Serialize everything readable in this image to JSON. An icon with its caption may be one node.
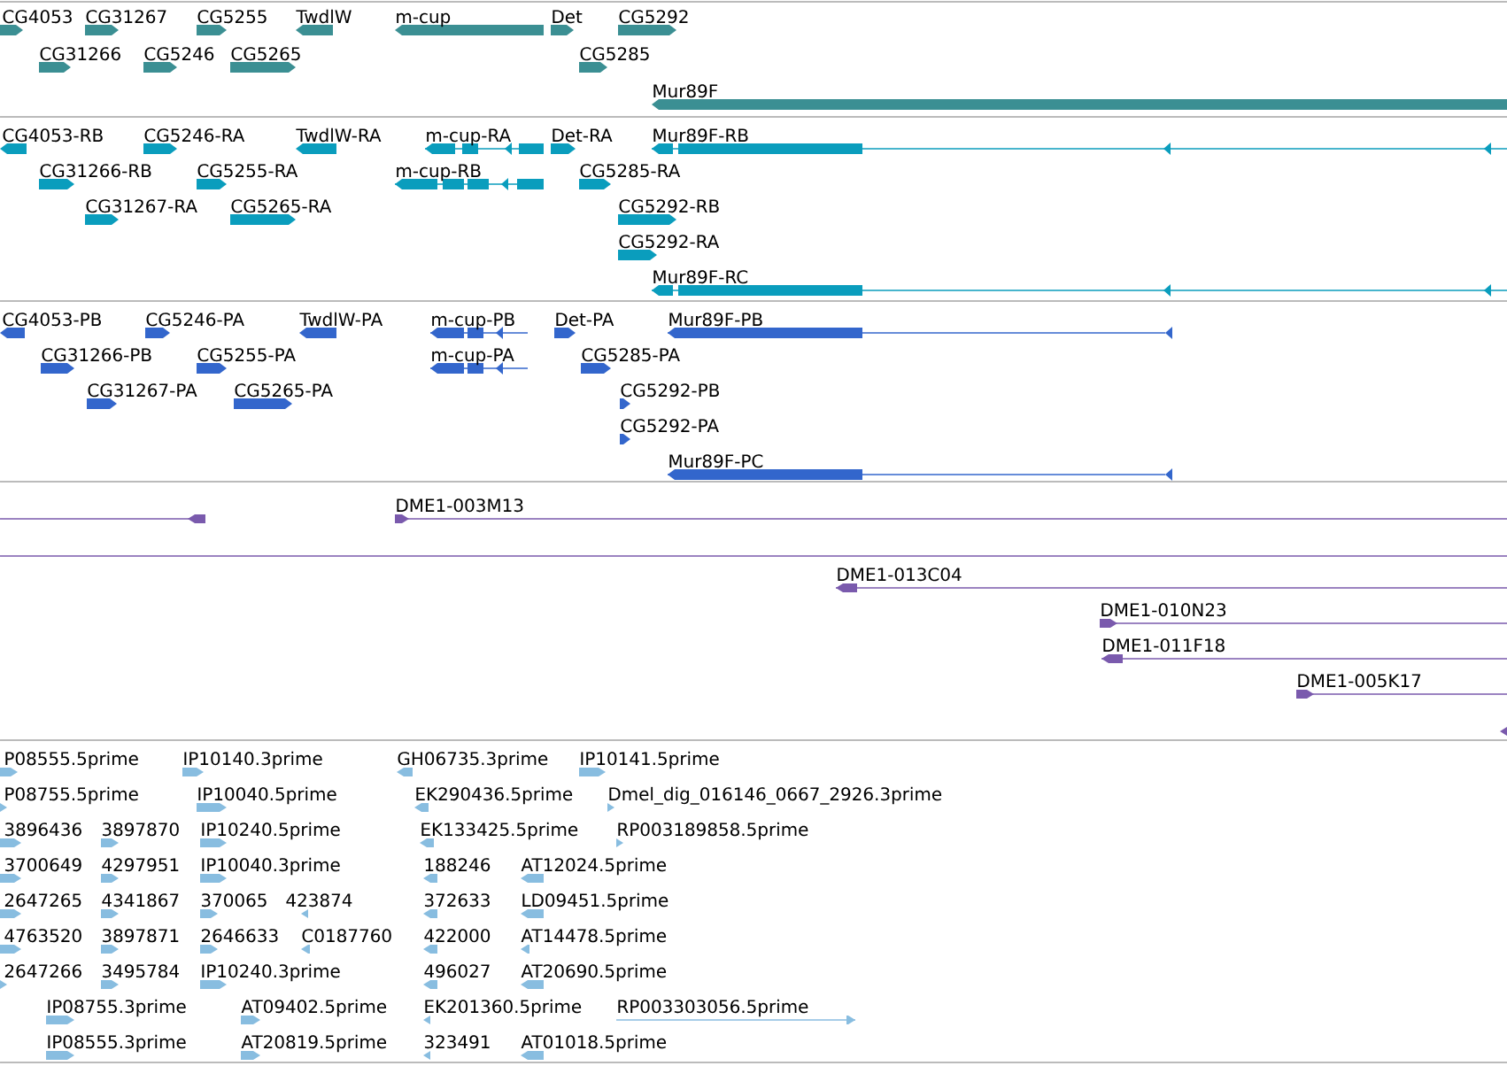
{
  "diagram": {
    "labels": [
      "CG4053",
      "CG31267",
      "CG5255",
      "TwdlW",
      "m-cup",
      "Det",
      "CG5292",
      "CG31266",
      "CG5246",
      "CG5265",
      "CG5285",
      "Mur89F",
      "CG4053-RB",
      "CG5246-RA",
      "TwdlW-RA",
      "m-cup-RA",
      "Det-RA",
      "Mur89F-RB",
      "CG31266-RB",
      "CG5255-RA",
      "m-cup-RB",
      "CG5285-RA",
      "CG31267-RA",
      "CG5265-RA",
      "CG5292-RB",
      "CG5292-RA",
      "Mur89F-RC",
      "CG4053-PB",
      "CG5246-PA",
      "TwdlW-PA",
      "m-cup-PB",
      "Det-PA",
      "Mur89F-PB",
      "CG31266-PB",
      "CG5255-PA",
      "m-cup-PA",
      "CG5285-PA",
      "CG31267-PA",
      "CG5265-PA",
      "CG5292-PB",
      "CG5292-PA",
      "Mur89F-PC",
      "DME1-003M13",
      "DME1-013C04",
      "DME1-010N23",
      "DME1-011F18",
      "DME1-005K17",
      "P08555.5prime",
      "IP10140.3prime",
      "GH06735.3prime",
      "IP10141.5prime",
      "P08755.5prime",
      "IP10040.5prime",
      "EK290436.5prime",
      "Dmel_dig_016146_0667_2926.3prime",
      "3896436",
      "3897870",
      "IP10240.5prime",
      "EK133425.5prime",
      "RP003189858.5prime",
      "3700649",
      "4297951",
      "IP10040.3prime",
      "188246",
      "AT12024.5prime",
      "2647265",
      "4341867",
      "370065",
      "423874",
      "372633",
      "LD09451.5prime",
      "4763520",
      "3897871",
      "2646633",
      "C0187760",
      "422000",
      "AT14478.5prime",
      "2647266",
      "3495784",
      "IP10240.3prime",
      "496027",
      "AT20690.5prime",
      "IP08755.3prime",
      "AT09402.5prime",
      "EK201360.5prime",
      "RP003303056.5prime",
      "IP08555.3prime",
      "AT20819.5prime",
      "323491",
      "AT01018.5prime"
    ]
  }
}
